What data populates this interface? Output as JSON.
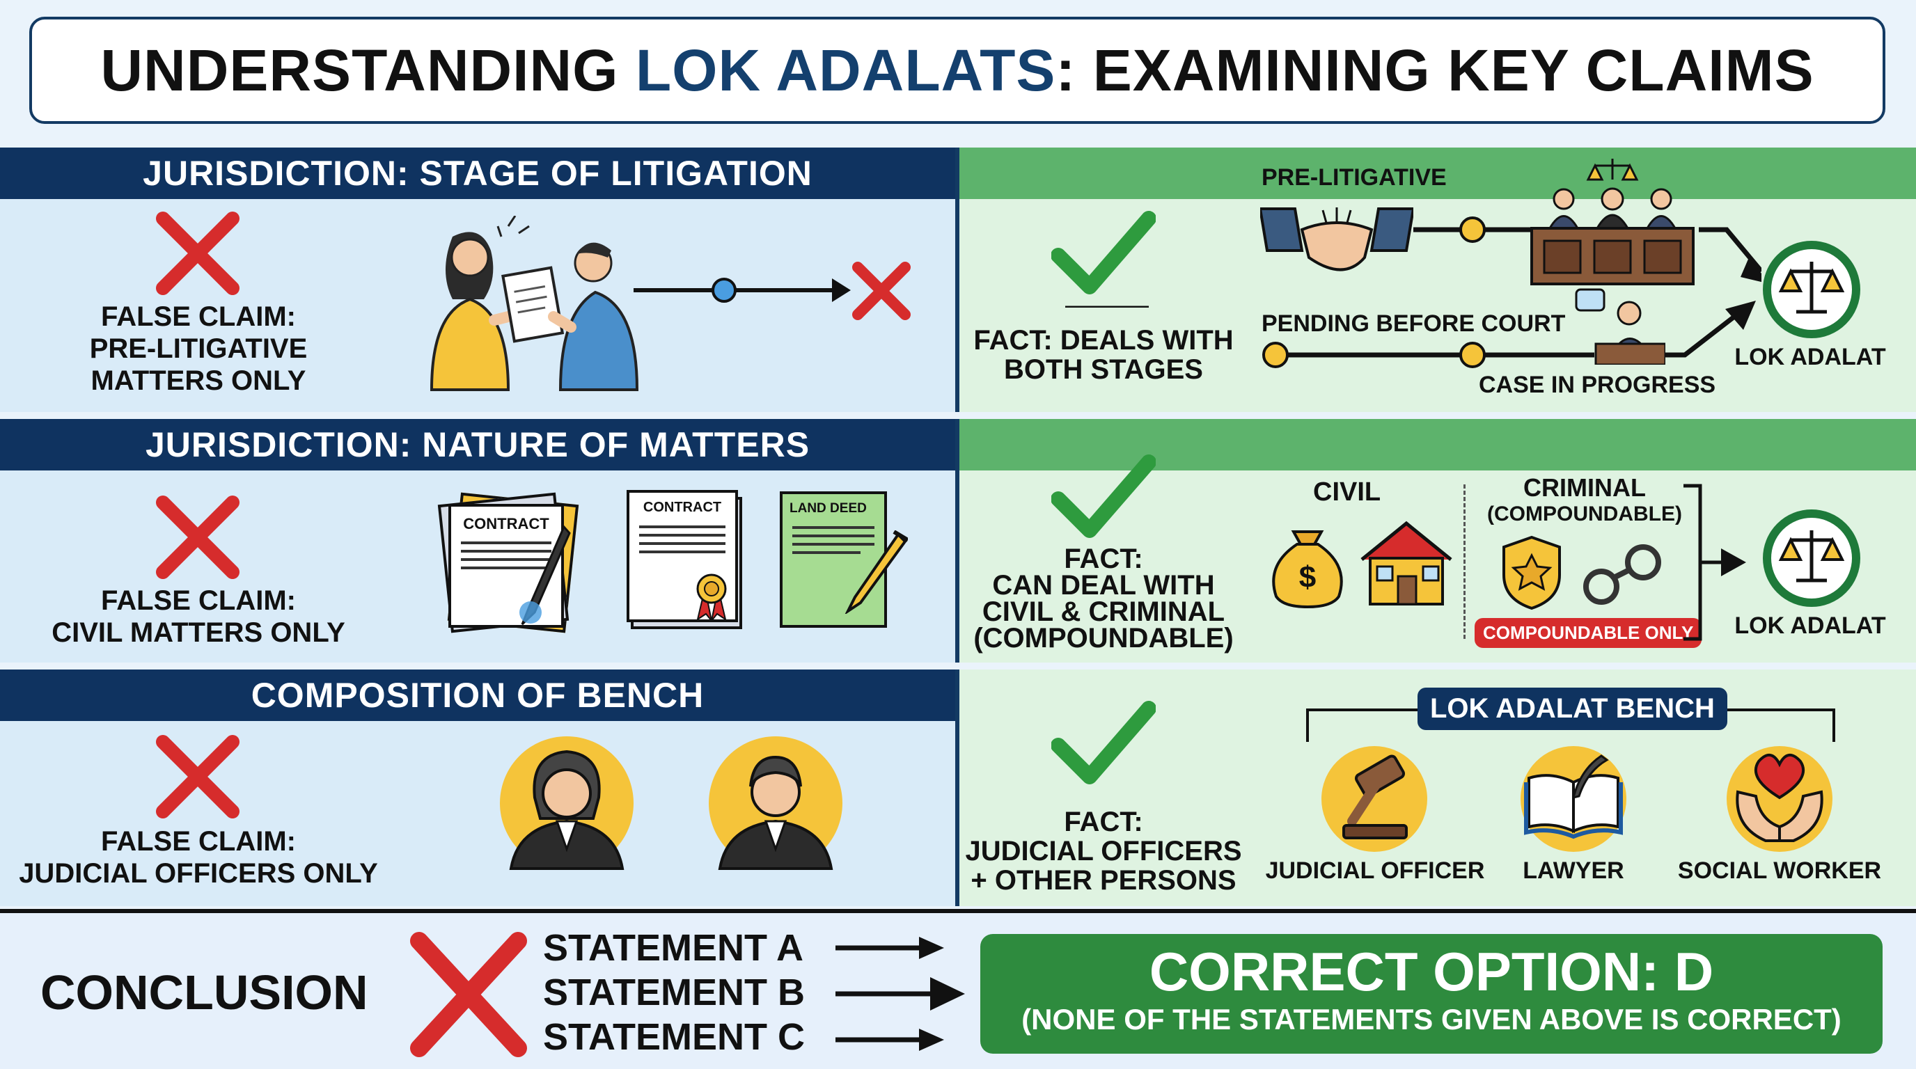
{
  "title": {
    "part1": "UNDERSTANDING ",
    "accent": "LOK ADALATS",
    "part2": ": EXAMINING KEY CLAIMS"
  },
  "sections": [
    {
      "header": "JURISDICTION: STAGE OF LITIGATION",
      "claim": [
        "FALSE CLAIM:",
        "PRE-LITIGATIVE",
        "MATTERS ONLY"
      ],
      "fact": [
        "FACT: DEALS WITH",
        "BOTH STAGES"
      ],
      "labels": {
        "pre": "PRE-LITIGATIVE",
        "pending": "PENDING BEFORE COURT",
        "progress": "CASE IN PROGRESS",
        "lok": "LOK ADALAT"
      }
    },
    {
      "header": "JURISDICTION: NATURE OF MATTERS",
      "claim": [
        "FALSE CLAIM:",
        "CIVIL MATTERS ONLY"
      ],
      "fact": [
        "FACT:",
        "CAN DEAL WITH",
        "CIVIL & CRIMINAL",
        "(COMPOUNDABLE)"
      ],
      "docs": {
        "doc1": "CONTRACT",
        "doc2": "CONTRACT",
        "doc3": "LAND DEED"
      },
      "labels": {
        "civil": "CIVIL",
        "criminal": "CRIMINAL",
        "criminal_sub": "(COMPOUNDABLE)",
        "badge": "COMPOUNDABLE ONLY",
        "lok": "LOK ADALAT"
      }
    },
    {
      "header": "COMPOSITION OF BENCH",
      "claim": [
        "FALSE CLAIM:",
        "JUDICIAL OFFICERS ONLY"
      ],
      "fact": [
        "FACT:",
        "JUDICIAL OFFICERS",
        "+ OTHER PERSONS"
      ],
      "labels": {
        "bench": "LOK ADALAT BENCH",
        "judicial": "JUDICIAL OFFICER",
        "lawyer": "LAWYER",
        "social": "SOCIAL WORKER"
      }
    }
  ],
  "conclusion": {
    "label": "CONCLUSION",
    "statements": [
      "STATEMENT A",
      "STATEMENT B",
      "STATEMENT C"
    ],
    "answer": "CORRECT OPTION: D",
    "answer_sub": "(NONE OF THE STATEMENTS GIVEN ABOVE IS CORRECT)"
  },
  "colors": {
    "navy": "#0f3360",
    "green": "#2e8b3e",
    "header_green": "#5db36c",
    "red": "#d62c2c",
    "yellow": "#f5c43a"
  }
}
